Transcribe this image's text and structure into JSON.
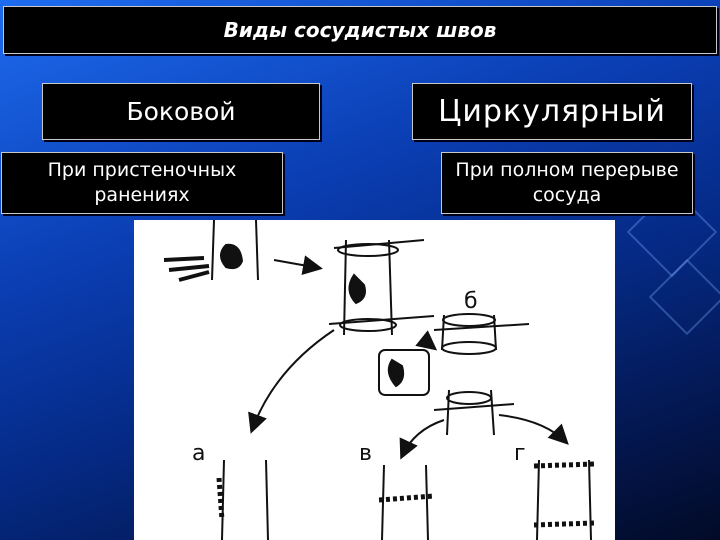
{
  "title": "Виды сосудистых швов",
  "left": {
    "heading": "Боковой",
    "description": "При пристеночных ранениях"
  },
  "right": {
    "heading": "Циркулярный",
    "description": "При полном перерыве сосуда"
  },
  "figure": {
    "labels": {
      "a": "а",
      "b": "б",
      "v": "в",
      "g": "г"
    }
  }
}
